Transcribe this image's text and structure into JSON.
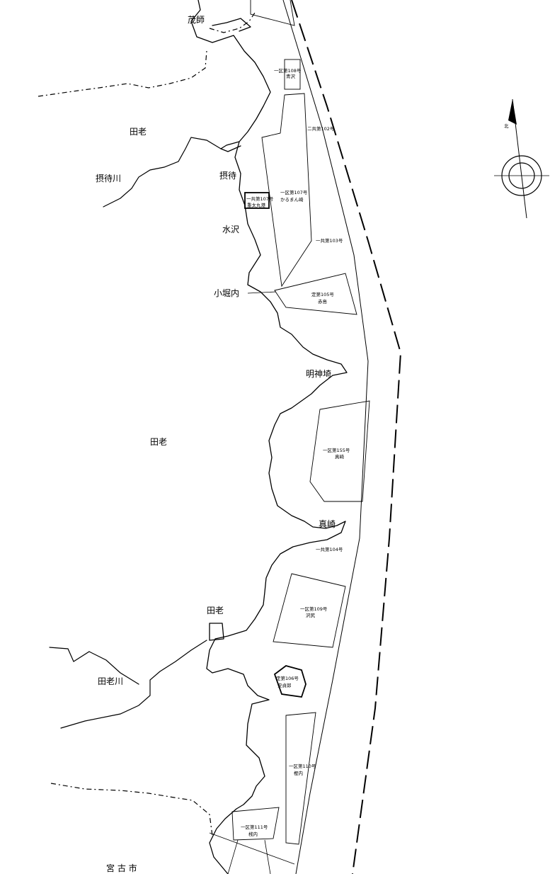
{
  "places": {
    "moshi": "茂師",
    "taro_north": "田老",
    "settai_river": "摂待川",
    "settai": "摂待",
    "mizusawa": "水沢",
    "kohorinai": "小堀内",
    "myojinzaki": "明神埼",
    "taro_center": "田老",
    "masaki": "真崎",
    "taro_port": "田老",
    "taro_river": "田老川",
    "miyako": "宮 古 市"
  },
  "zones": {
    "z108": {
      "line1": "一区第108号",
      "line2": "青沢"
    },
    "k102": {
      "line1": "二共第102号"
    },
    "z107": {
      "line1": "一区第107号",
      "line2": "かるまん崎"
    },
    "k107": {
      "line1": "一共第107号",
      "line2": "重太丸港"
    },
    "k103": {
      "line1": "一共第103号"
    },
    "t105": {
      "line1": "定第105号",
      "line2": "赤島"
    },
    "z155": {
      "line1": "一区第155号",
      "line2": "真崎"
    },
    "k104": {
      "line1": "一共第104号"
    },
    "z109": {
      "line1": "一区第109号",
      "line2": "沢尻"
    },
    "t106": {
      "line1": "定第106号",
      "line2": "安貞郎"
    },
    "z110": {
      "line1": "一区第110号",
      "line2": "樫内"
    },
    "z111": {
      "line1": "一区第111号",
      "line2": "桟内"
    }
  },
  "compass": {
    "label": "北"
  }
}
